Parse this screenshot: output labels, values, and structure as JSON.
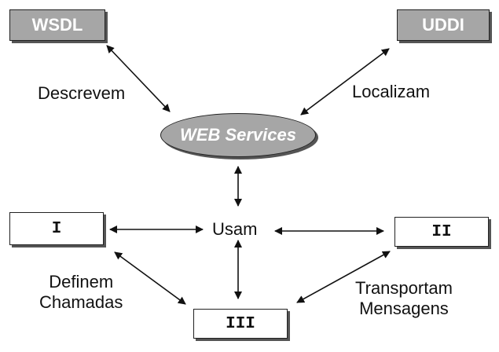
{
  "nodes": {
    "wsdl": "WSDL",
    "uddi": "UDDI",
    "web_services": "WEB Services",
    "box_i": "I",
    "box_ii": "II",
    "box_iii": "III",
    "usam": "Usam"
  },
  "edge_labels": {
    "descrevem": "Descrevem",
    "localizam": "Localizam",
    "definem_line1": "Definem",
    "definem_line2": "Chamadas",
    "transportam_line1": "Transportam",
    "transportam_line2": "Mensagens"
  }
}
